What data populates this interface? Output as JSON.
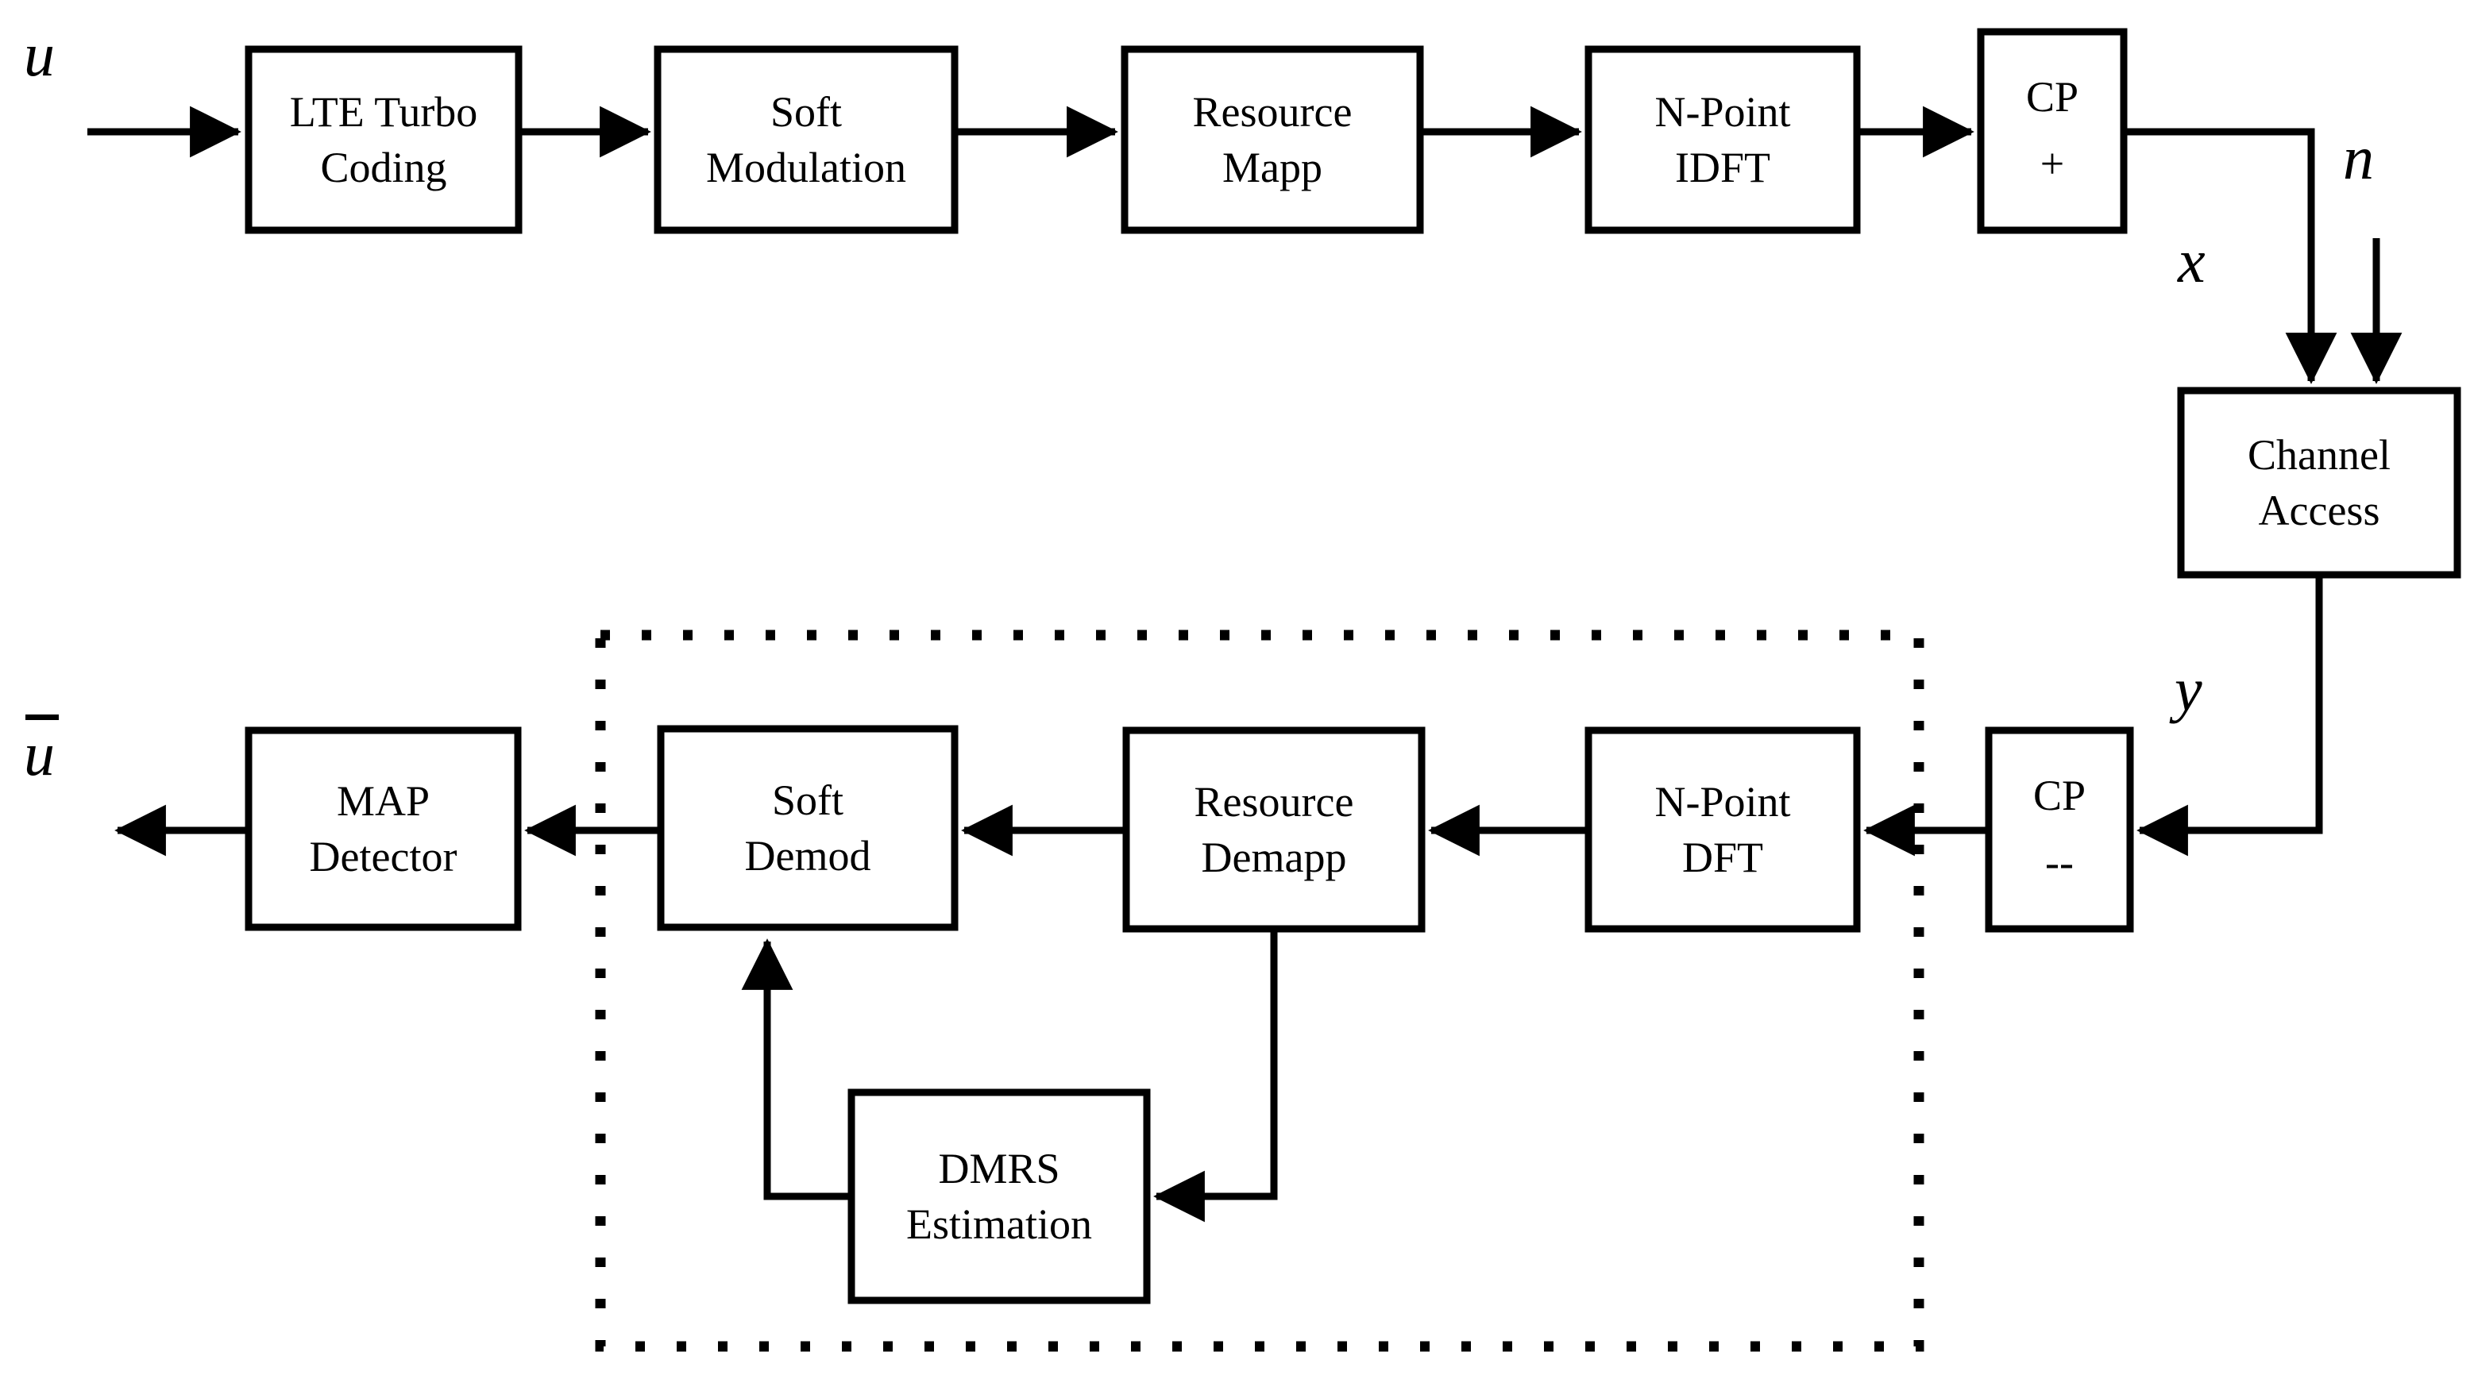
{
  "diagram": {
    "title": "SC-FDMA / LTE uplink transmitter and receiver chain block diagram",
    "colors": {
      "stroke": "#000000",
      "background": "#ffffff",
      "box_fill": "#ffffff"
    },
    "transmitter_chain": [
      {
        "id": "lte-turbo-coding",
        "line1": "LTE Turbo",
        "line2": "Coding"
      },
      {
        "id": "soft-modulation",
        "line1": "Soft",
        "line2": "Modulation"
      },
      {
        "id": "resource-mapp",
        "line1": "Resource",
        "line2": "Mapp"
      },
      {
        "id": "n-point-idft",
        "line1": "N-Point",
        "line2": "IDFT"
      },
      {
        "id": "cp-add",
        "line1": "CP",
        "line2": "+"
      }
    ],
    "channel": {
      "id": "channel-access",
      "line1": "Channel",
      "line2": "Access"
    },
    "receiver_chain": [
      {
        "id": "cp-remove",
        "line1": "CP",
        "line2": "--"
      },
      {
        "id": "n-point-dft",
        "line1": "N-Point",
        "line2": "DFT"
      },
      {
        "id": "resource-demapp",
        "line1": "Resource",
        "line2": "Demapp"
      },
      {
        "id": "soft-demod",
        "line1": "Soft",
        "line2": "Demod"
      },
      {
        "id": "map-detector",
        "line1": "MAP",
        "line2": "Detector"
      }
    ],
    "estimator": {
      "id": "dmrs-estimation",
      "line1": "DMRS",
      "line2": "Estimation"
    },
    "signals": {
      "input_u": "u",
      "tx_output_x": "x",
      "noise_n": "n",
      "rx_input_y": "y",
      "output_u_hat": "u",
      "output_u_hat_has_overbar": true
    }
  }
}
